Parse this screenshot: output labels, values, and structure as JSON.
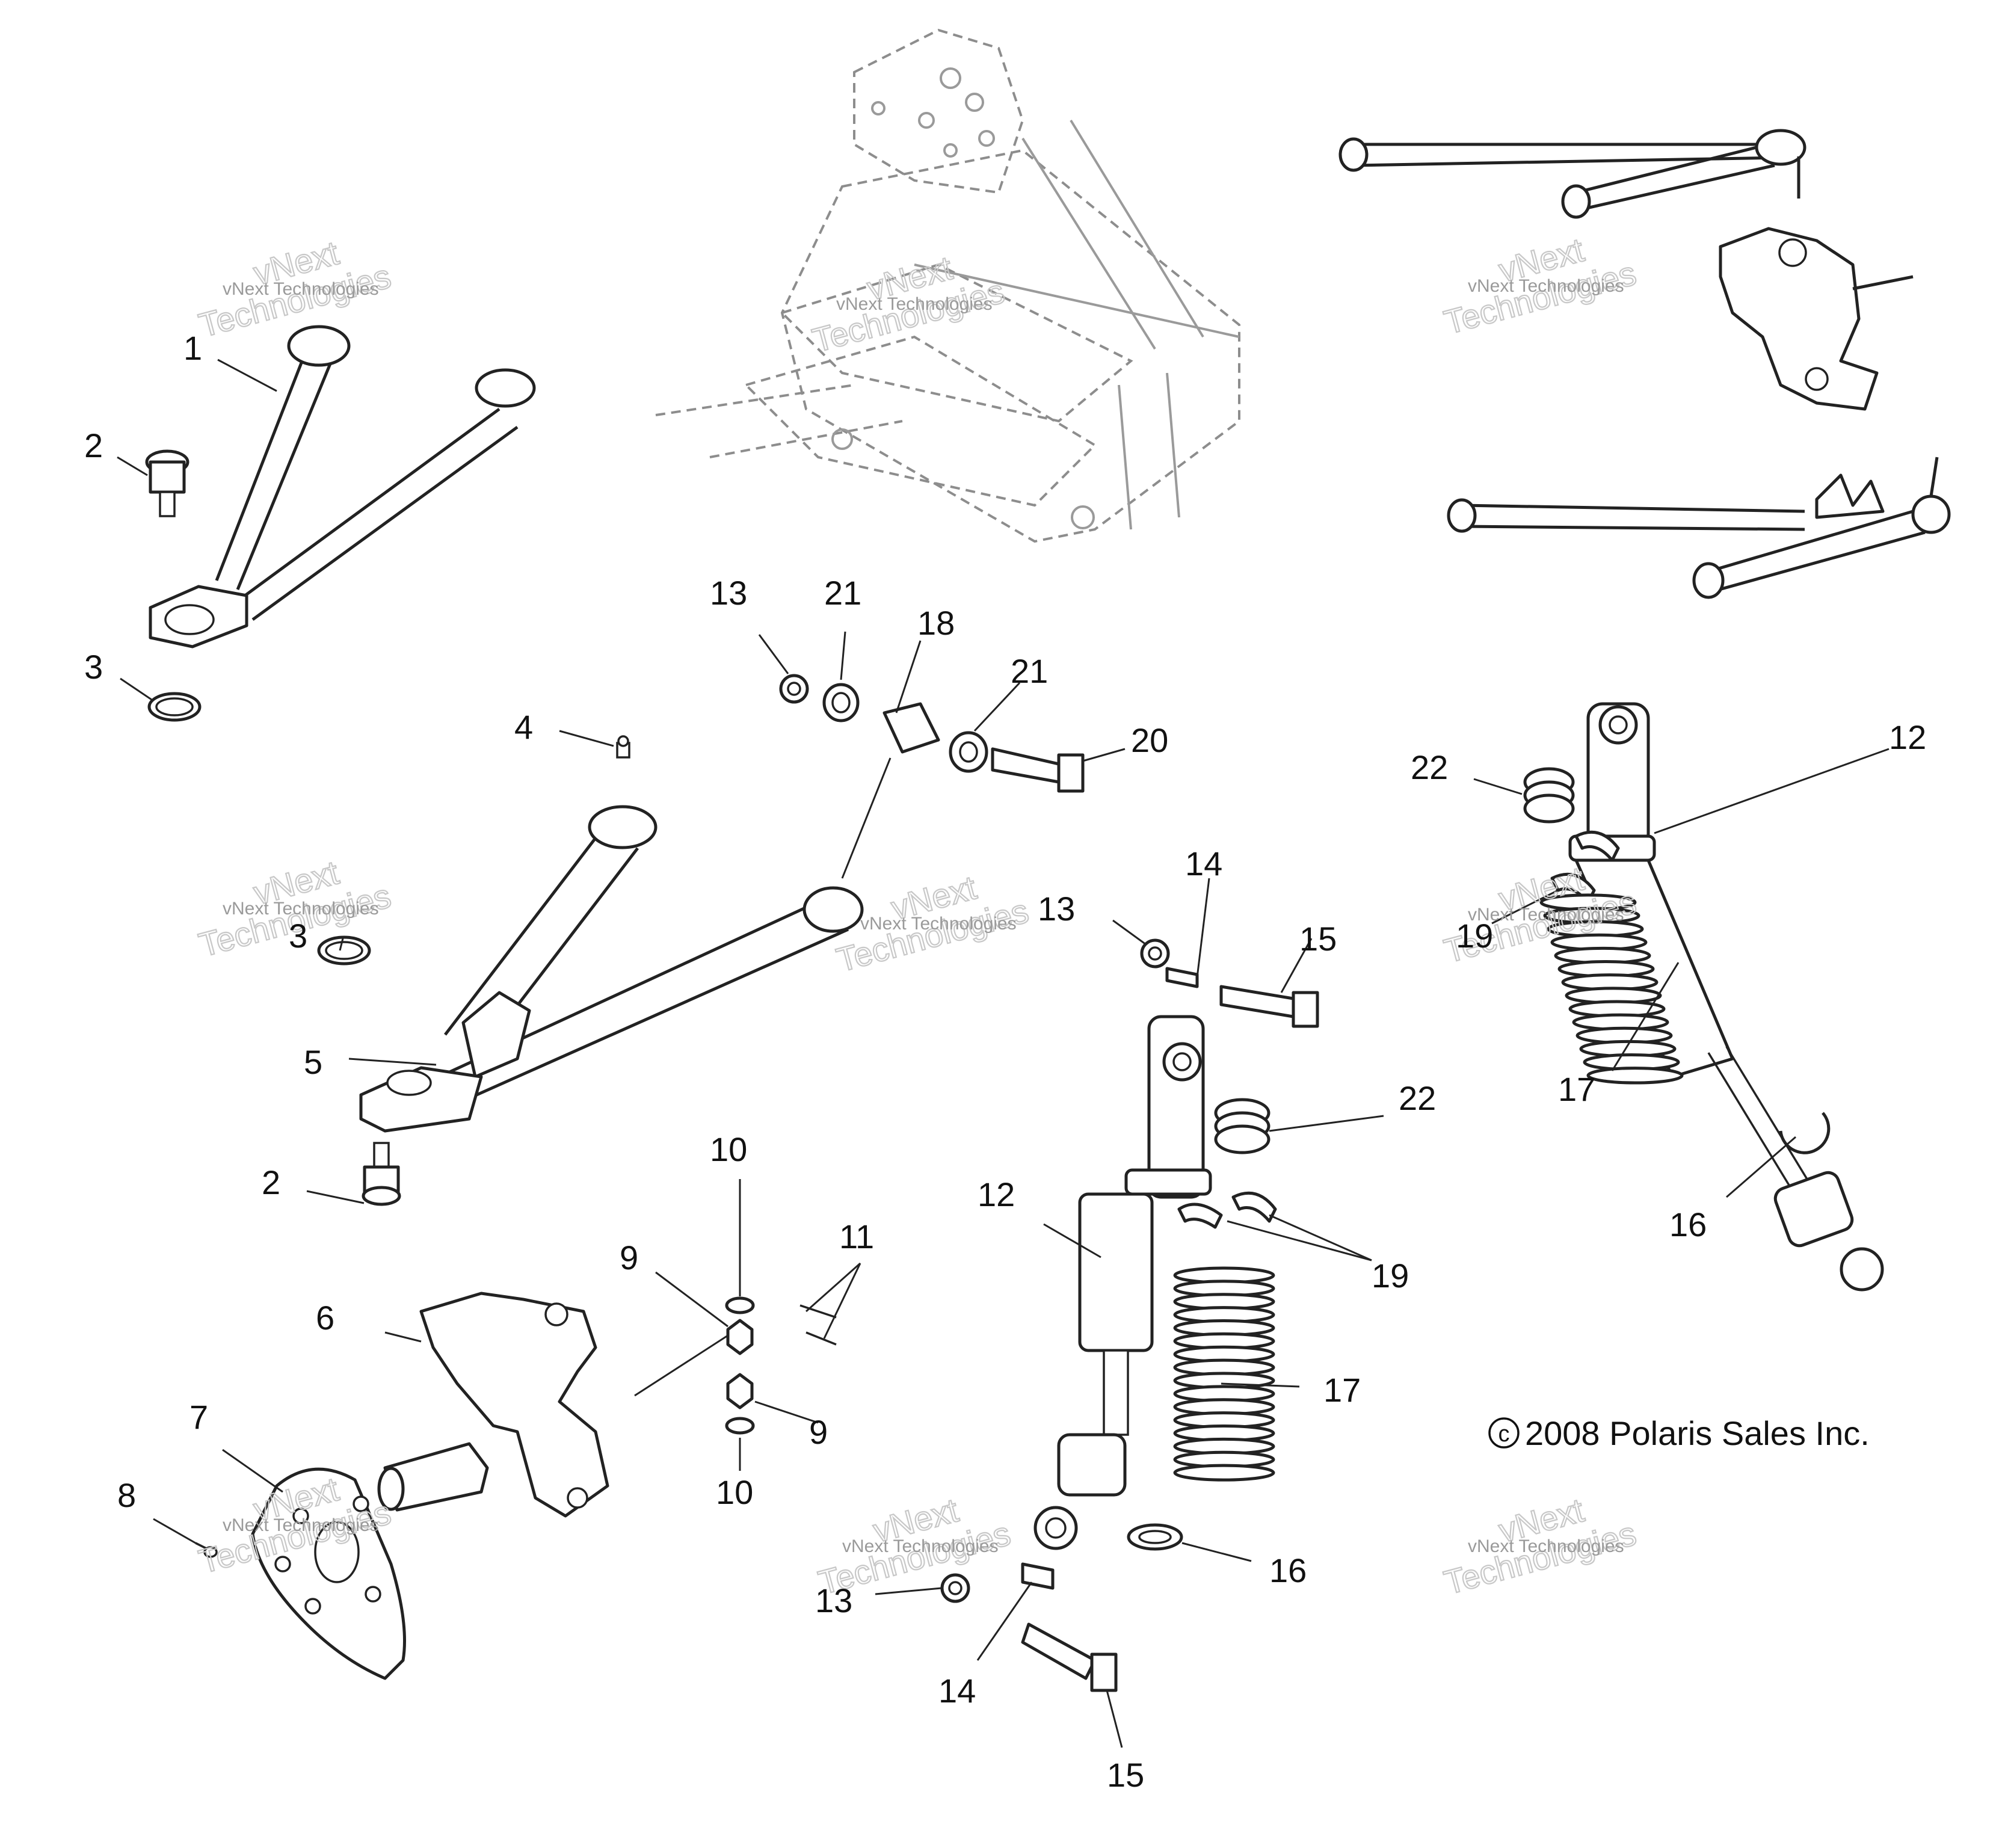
{
  "copyright": "2008 Polaris Sales Inc.",
  "copyright_symbol": "c",
  "watermark": {
    "line1": "vNext Technologies",
    "line2a": "vNext",
    "line2b": "Technologies"
  },
  "callouts": [
    {
      "id": "c-1",
      "label": "1"
    },
    {
      "id": "c-2a",
      "label": "2"
    },
    {
      "id": "c-3a",
      "label": "3"
    },
    {
      "id": "c-4",
      "label": "4"
    },
    {
      "id": "c-13a",
      "label": "13"
    },
    {
      "id": "c-21a",
      "label": "21"
    },
    {
      "id": "c-18",
      "label": "18"
    },
    {
      "id": "c-21b",
      "label": "21"
    },
    {
      "id": "c-20",
      "label": "20"
    },
    {
      "id": "c-22a",
      "label": "22"
    },
    {
      "id": "c-12a",
      "label": "12"
    },
    {
      "id": "c-19a",
      "label": "19"
    },
    {
      "id": "c-17a",
      "label": "17"
    },
    {
      "id": "c-16a",
      "label": "16"
    },
    {
      "id": "c-3b",
      "label": "3"
    },
    {
      "id": "c-5",
      "label": "5"
    },
    {
      "id": "c-13b",
      "label": "13"
    },
    {
      "id": "c-14a",
      "label": "14"
    },
    {
      "id": "c-15a",
      "label": "15"
    },
    {
      "id": "c-2b",
      "label": "2"
    },
    {
      "id": "c-10a",
      "label": "10"
    },
    {
      "id": "c-9a",
      "label": "9"
    },
    {
      "id": "c-11",
      "label": "11"
    },
    {
      "id": "c-22b",
      "label": "22"
    },
    {
      "id": "c-12b",
      "label": "12"
    },
    {
      "id": "c-19b",
      "label": "19"
    },
    {
      "id": "c-6",
      "label": "6"
    },
    {
      "id": "c-7",
      "label": "7"
    },
    {
      "id": "c-8",
      "label": "8"
    },
    {
      "id": "c-9b",
      "label": "9"
    },
    {
      "id": "c-10b",
      "label": "10"
    },
    {
      "id": "c-17b",
      "label": "17"
    },
    {
      "id": "c-16b",
      "label": "16"
    },
    {
      "id": "c-13c",
      "label": "13"
    },
    {
      "id": "c-14b",
      "label": "14"
    },
    {
      "id": "c-15b",
      "label": "15"
    }
  ]
}
